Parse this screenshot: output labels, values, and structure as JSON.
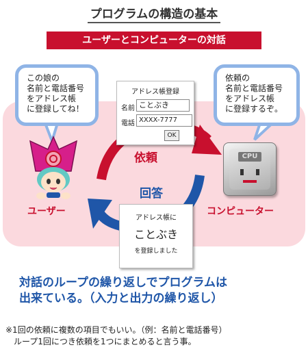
{
  "title": "プログラムの構造の基本",
  "banner": "ユーザーとコンピューターの対話",
  "bubble_user": [
    "この娘の",
    "名前と電話番号",
    "をアドレス帳",
    "に登録してね！"
  ],
  "bubble_computer": [
    "依頼の",
    "名前と電話番号",
    "をアドレス帳",
    "に登録するぞ。"
  ],
  "form": {
    "title": "アドレス帳登録",
    "name_label": "名前",
    "name_value": "ことぶき",
    "phone_label": "電話",
    "phone_value": "XXXX-7777",
    "ok_label": "OK"
  },
  "message": {
    "line1": "アドレス帳に",
    "line2": "ことぶき",
    "line3": "を登録しました"
  },
  "label_request": "依頼",
  "label_answer": "回答",
  "label_user": "ユーザー",
  "label_computer": "コンピューター",
  "cpu_text": "CPU",
  "summary": [
    "対話のループの繰り返しでプログラムは",
    "出来ている。（入力と出力の繰り返し）"
  ],
  "footnote": [
    "※1回の依頼に複数の項目でもいい。（例：名前と電話番号）",
    "　ループ1回につき依頼を1つにまとめると言う事。"
  ],
  "colors": {
    "red": "#c8102e",
    "blue": "#1f56a8",
    "pink": "#fbd9de",
    "bubble_border": "#8fb4e6"
  }
}
